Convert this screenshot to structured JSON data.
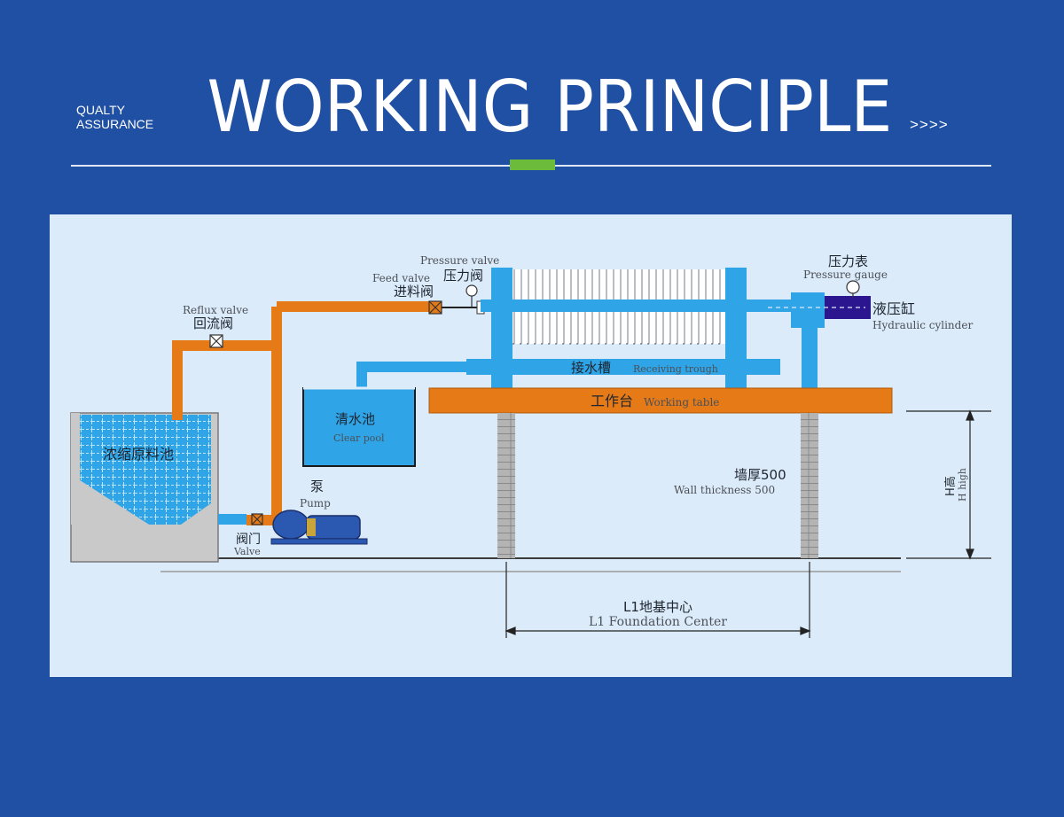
{
  "header": {
    "left_line1": "QUALTY",
    "left_line2": "ASSURANCE",
    "title": "WORKING PRINCIPLE",
    "right_arrows": ">>>>"
  },
  "colors": {
    "background": "#2050a3",
    "panel": "#dcebf9",
    "pipe_orange": "#e67a16",
    "water_blue": "#2fa4e6",
    "cylinder_dark": "#2b168f",
    "accent_green": "#6dbb3a"
  },
  "diagram": {
    "pressure_valve_en": "Pressure valve",
    "pressure_valve_zh": "压力阀",
    "feed_valve_en": "Feed valve",
    "feed_valve_zh": "进料阀",
    "reflux_valve_en": "Reflux valve",
    "reflux_valve_zh": "回流阀",
    "pressure_gauge_zh": "压力表",
    "pressure_gauge_en": "Pressure gauge",
    "hydraulic_cylinder_zh": "液压缸",
    "hydraulic_cylinder_en": "Hydraulic cylinder",
    "receiving_trough_zh": "接水槽",
    "receiving_trough_en": "Receiving trough",
    "working_table_zh": "工作台",
    "working_table_en": "Working table",
    "clear_pool_zh": "清水池",
    "clear_pool_en": "Clear pool",
    "raw_tank_zh": "浓缩原料池",
    "pump_zh": "泵",
    "pump_en": "Pump",
    "valve_zh": "阀门",
    "valve_en": "Valve",
    "wall_thickness_zh": "墙厚500",
    "wall_thickness_en": "Wall thickness 500",
    "height_zh": "H高",
    "height_en": "H high",
    "foundation_zh": "L1地基中心",
    "foundation_en": "L1 Foundation Center"
  }
}
